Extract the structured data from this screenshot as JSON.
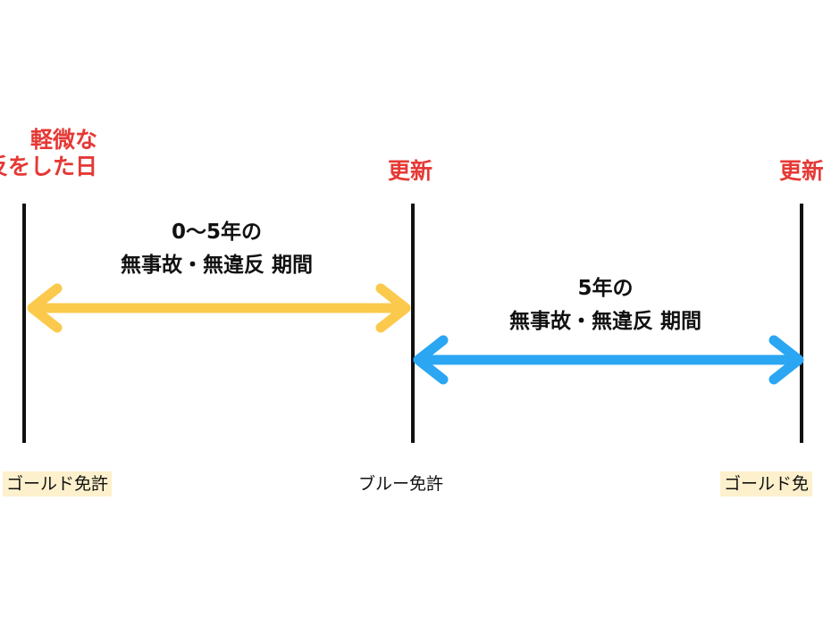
{
  "markers": {
    "violation": {
      "line1": "軽微な",
      "line2": "反をした日"
    },
    "renewal_1": "更新",
    "renewal_2": "更新"
  },
  "periods": {
    "first": {
      "line1": "0〜5年の",
      "line2": "無事故・無違反 期間",
      "color": "#fbc94c"
    },
    "second": {
      "line1": "5年の",
      "line2": "無事故・無違反 期間",
      "color": "#2aa6f2"
    }
  },
  "licenses": {
    "left": "ゴールド免許",
    "middle": "ブルー免許",
    "right": "ゴールド免"
  },
  "colors": {
    "marker_text": "#e53935",
    "gold_highlight": "#fdf0cc",
    "line": "#111111"
  }
}
